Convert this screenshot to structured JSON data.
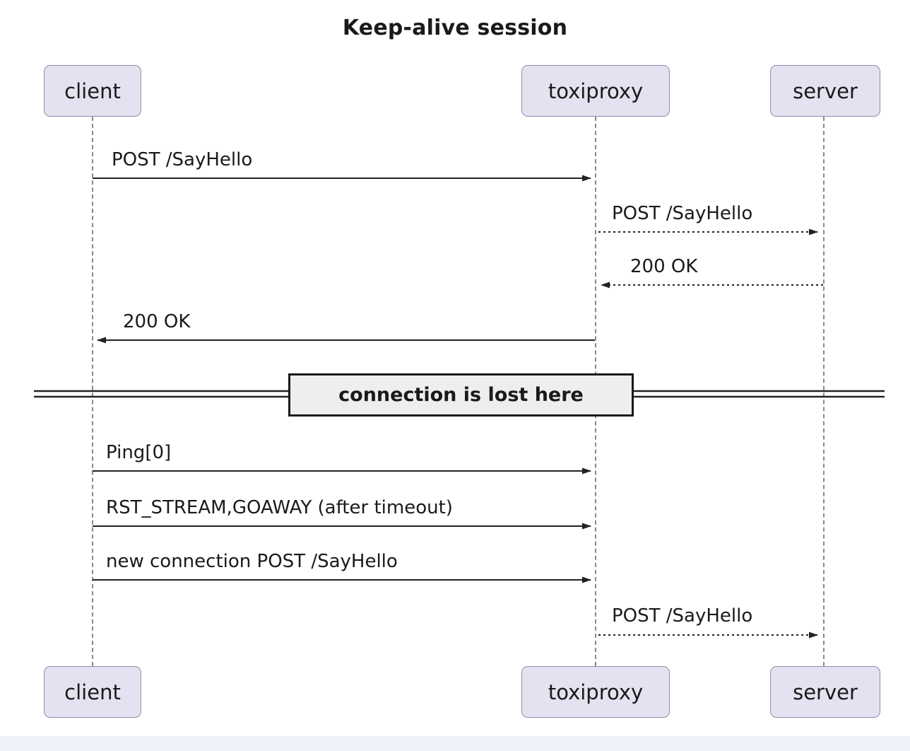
{
  "title": "Keep-alive session",
  "actors": [
    {
      "name": "client"
    },
    {
      "name": "toxiproxy"
    },
    {
      "name": "server"
    }
  ],
  "messages": [
    {
      "label": "POST /SayHello",
      "from": "client",
      "to": "toxiproxy",
      "style": "solid"
    },
    {
      "label": "POST /SayHello",
      "from": "toxiproxy",
      "to": "server",
      "style": "dotted"
    },
    {
      "label": "200 OK",
      "from": "server",
      "to": "toxiproxy",
      "style": "dotted"
    },
    {
      "label": "200 OK",
      "from": "toxiproxy",
      "to": "client",
      "style": "solid"
    },
    {
      "label": "Ping[0]",
      "from": "client",
      "to": "toxiproxy",
      "style": "solid"
    },
    {
      "label": "RST_STREAM,GOAWAY (after timeout)",
      "from": "client",
      "to": "toxiproxy",
      "style": "solid"
    },
    {
      "label": "new connection POST /SayHello",
      "from": "client",
      "to": "toxiproxy",
      "style": "solid"
    },
    {
      "label": "POST /SayHello",
      "from": "toxiproxy",
      "to": "server",
      "style": "dotted"
    }
  ],
  "divider": {
    "label": "connection is lost here"
  },
  "colors": {
    "actor_fill": "#e2e2f0",
    "actor_border": "#8e8eaa",
    "arrow_line": "#222222",
    "lifeline": "#8a8a8a",
    "divider_fill": "#eeeeee",
    "divider_border": "#1a1a1a",
    "background": "#ffffff"
  }
}
